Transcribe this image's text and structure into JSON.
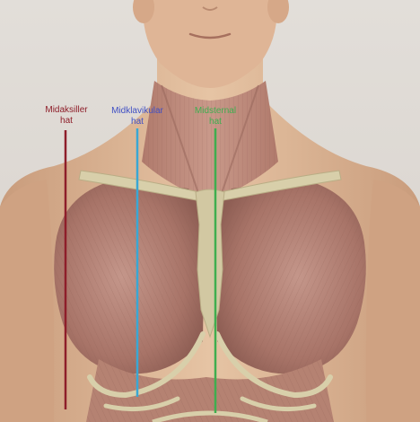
{
  "colors": {
    "background": "#e4e0dc",
    "skin": "#e0bc9c",
    "muscle": "#b8857a",
    "bone": "#d8cfaa",
    "midaxillary": "#8e1e2a",
    "midclavicular": "#3aa7d4",
    "midsternal": "#3fae4f"
  },
  "labels": {
    "midaxillary": {
      "line1": "Midaksiller",
      "line2": "hat"
    },
    "midclavicular": {
      "line1": "Midklavikular",
      "line2": "hat"
    },
    "midsternal": {
      "line1": "Midsternal",
      "line2": "hat"
    }
  }
}
